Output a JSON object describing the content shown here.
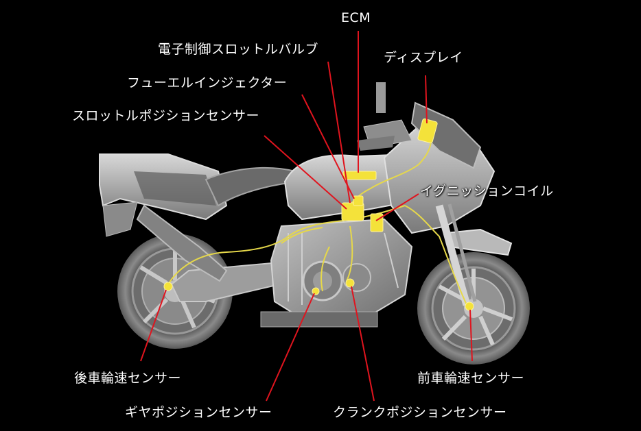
{
  "colors": {
    "background": "#000000",
    "leader_line": "#e0141e",
    "component_highlight": "#f4e23a",
    "wiring": "#e6d84a",
    "label_text": "#ffffff",
    "motorcycle_body": "#a8a8a8"
  },
  "labels": {
    "ecm": "ECM",
    "electronic_throttle_valve": "電子制御スロットルバルブ",
    "display": "ディスプレイ",
    "fuel_injector": "フューエルインジェクター",
    "throttle_position_sensor": "スロットルポジションセンサー",
    "ignition_coil": "イグニッションコイル",
    "rear_wheel_speed_sensor": "後車輪速センサー",
    "front_wheel_speed_sensor": "前車輪速センサー",
    "gear_position_sensor": "ギヤポジションセンサー",
    "crank_position_sensor": "クランクポジションセンサー"
  }
}
